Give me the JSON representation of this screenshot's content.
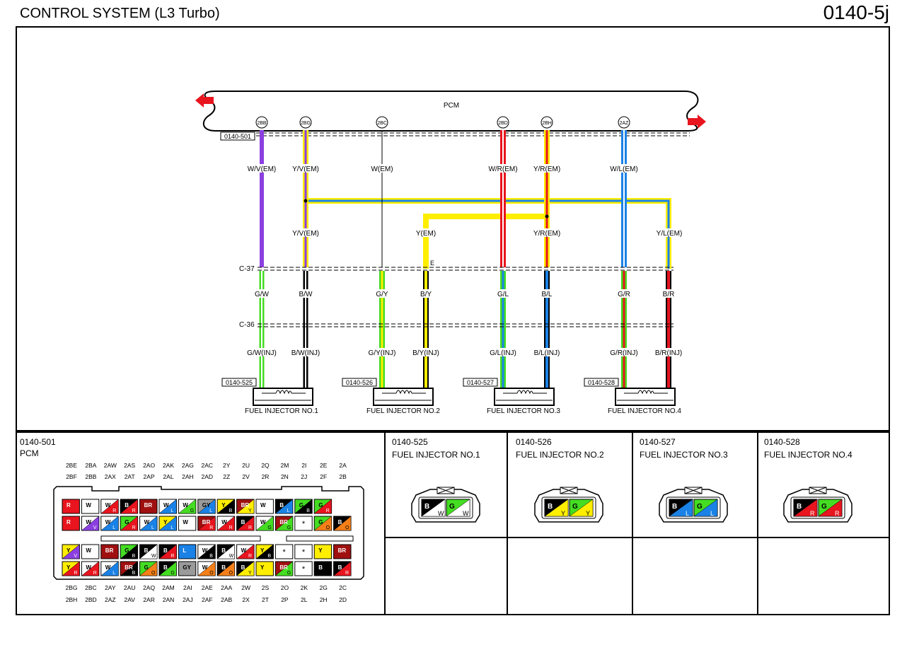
{
  "header": {
    "title": "CONTROL SYSTEM (L3 Turbo)",
    "code": "0140-5j"
  },
  "pcm": {
    "label": "PCM",
    "ref": "0140-501",
    "pins": [
      "2BB",
      "2BG",
      "2BC",
      "2BD",
      "2BH",
      "2AZ"
    ]
  },
  "connectors": {
    "c37": "C-37",
    "c36": "C-36",
    "e_mark": "E"
  },
  "wires": {
    "upper": [
      "W/V(EM)",
      "Y/V(EM)",
      "W(EM)",
      "W/R(EM)",
      "Y/R(EM)",
      "W/L(EM)"
    ],
    "mid": [
      "Y/V(EM)",
      "Y(EM)",
      "Y/R(EM)",
      "Y/L(EM)"
    ],
    "lower": [
      "G/W",
      "B/W",
      "G/Y",
      "B/Y",
      "G/L",
      "B/L",
      "G/R",
      "B/R"
    ],
    "inj": [
      "G/W(INJ)",
      "B/W(INJ)",
      "G/Y(INJ)",
      "B/Y(INJ)",
      "G/L(INJ)",
      "B/L(INJ)",
      "G/R(INJ)",
      "B/R(INJ)"
    ]
  },
  "injectors": [
    {
      "ref": "0140-525",
      "name": "FUEL INJECTOR NO.1"
    },
    {
      "ref": "0140-526",
      "name": "FUEL INJECTOR NO.2"
    },
    {
      "ref": "0140-527",
      "name": "FUEL INJECTOR NO.3"
    },
    {
      "ref": "0140-528",
      "name": "FUEL INJECTOR NO.4"
    }
  ],
  "pcm_connector": {
    "ref": "0140-501",
    "name": "PCM",
    "top_row1": [
      "2BE",
      "2BA",
      "2AW",
      "2AS",
      "2AO",
      "2AK",
      "2AG",
      "2AC",
      "2Y",
      "2U",
      "2Q",
      "2M",
      "2I",
      "2E",
      "2A"
    ],
    "top_row2": [
      "2BF",
      "2BB",
      "2AX",
      "2AT",
      "2AP",
      "2AL",
      "2AH",
      "2AD",
      "2Z",
      "2V",
      "2R",
      "2N",
      "2J",
      "2F",
      "2B"
    ],
    "bot_row1": [
      "2BG",
      "2BC",
      "2AY",
      "2AU",
      "2AQ",
      "2AM",
      "2AI",
      "2AE",
      "2AA",
      "2W",
      "2S",
      "2O",
      "2K",
      "2G",
      "2C"
    ],
    "bot_row2": [
      "2BH",
      "2BD",
      "2AZ",
      "2AV",
      "2AR",
      "2AN",
      "2AJ",
      "2AF",
      "2AB",
      "2X",
      "2T",
      "2P",
      "2L",
      "2H",
      "2D"
    ],
    "row_a": [
      "R",
      "W",
      "W/R",
      "B/R",
      "BR",
      "W/L",
      "W/G",
      "GY/L",
      "Y/B",
      "BR/Y",
      "W",
      "B/L",
      "G/B",
      "G/R"
    ],
    "row_b": [
      "R",
      "W/V",
      "W/L",
      "G/R",
      "W/L",
      "Y/L",
      "W",
      "BR/R",
      "W/R",
      "B/R",
      "W/G",
      "BR/G",
      "*",
      "G/O",
      "B/O"
    ],
    "row_c": [
      "Y/V",
      "W",
      "BR",
      "G/B",
      "B/W",
      "B/R",
      "L",
      "W/B",
      "B/W",
      "W/R",
      "Y/B",
      "*",
      "*",
      "Y",
      "BR"
    ],
    "row_d": [
      "Y/R",
      "W/R",
      "W/L",
      "BR/B",
      "G/O",
      "B/G",
      "GY",
      "W/O",
      "B/O",
      "B/Y",
      "Y",
      "BR/G",
      "*",
      "B",
      "B/R"
    ]
  },
  "inj_connector_cells": [
    {
      "ref": "0140-525",
      "name": "FUEL INJECTOR NO.1",
      "pins": [
        "B",
        "W",
        "G",
        "W"
      ]
    },
    {
      "ref": "0140-526",
      "name": "FUEL INJECTOR NO.2",
      "pins": [
        "B",
        "Y",
        "G",
        "Y"
      ]
    },
    {
      "ref": "0140-527",
      "name": "FUEL INJECTOR NO.3",
      "pins": [
        "B",
        "L",
        "G",
        "L"
      ]
    },
    {
      "ref": "0140-528",
      "name": "FUEL INJECTOR NO.4",
      "pins": [
        "B",
        "R",
        "G",
        "R"
      ]
    }
  ],
  "colors": {
    "V": "#8b3fe0",
    "Y": "#ffee00",
    "R": "#e8141e",
    "L": "#1a82e6",
    "G": "#44dd22",
    "B": "#000000",
    "BR": "#a01010",
    "GY": "#9a9a9a",
    "O": "#f57f18"
  }
}
